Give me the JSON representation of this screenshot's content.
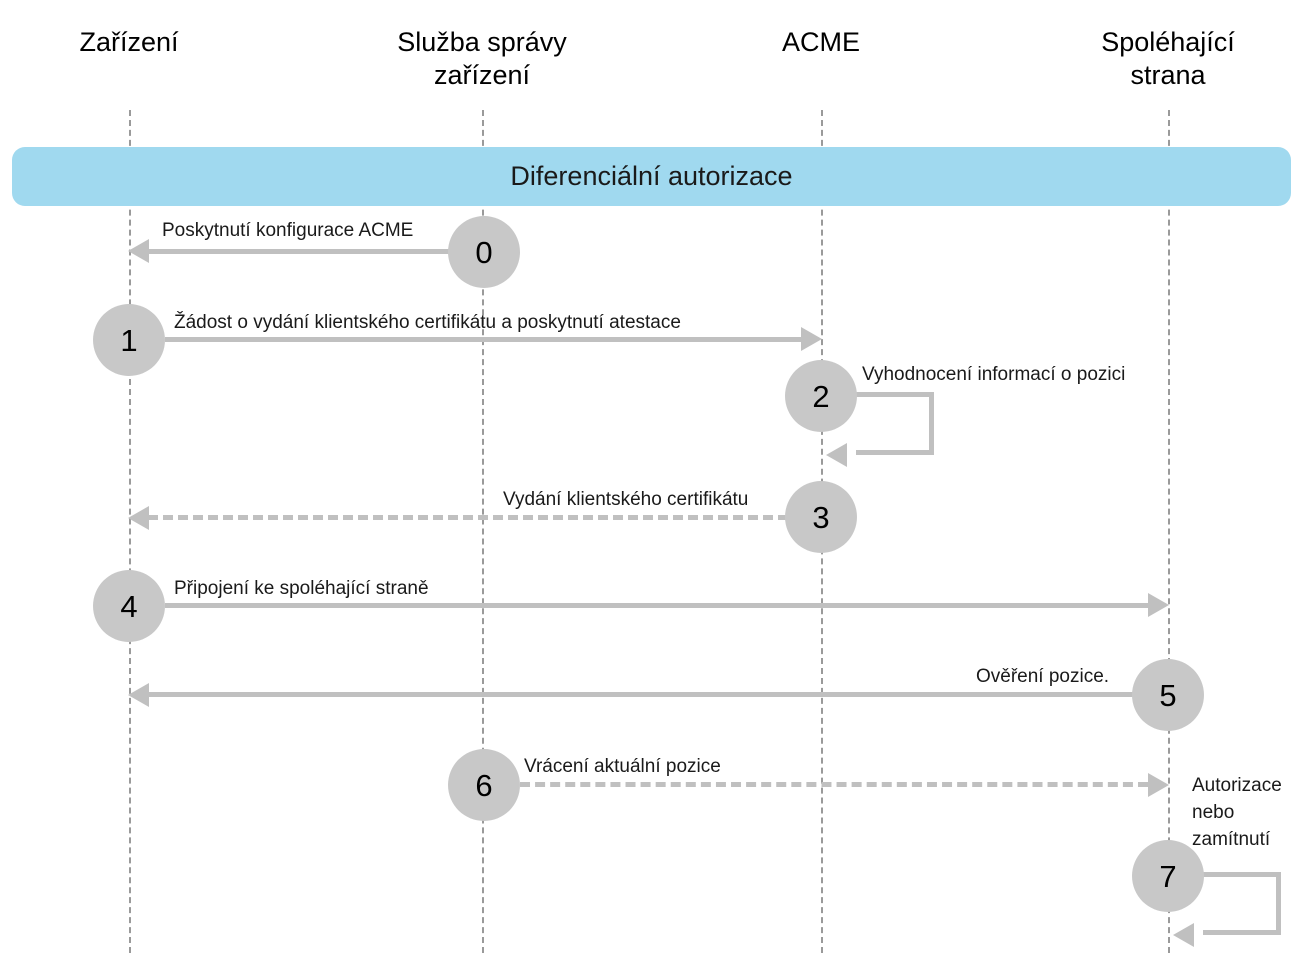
{
  "diagram": {
    "title_banner": {
      "label": "Diferenciální autorizace",
      "color": "#a0d9ef"
    },
    "lanes": [
      {
        "id": "device",
        "label": "Zařízení"
      },
      {
        "id": "mdm",
        "label": "Služba správy\nzařízení"
      },
      {
        "id": "acme",
        "label": "ACME"
      },
      {
        "id": "rp",
        "label": "Spoléhající\nstrana"
      }
    ],
    "steps": [
      {
        "number": "0",
        "caption": "Poskytnutí konfigurace ACME"
      },
      {
        "number": "1",
        "caption": "Žádost o vydání klientského certifikátu a poskytnutí atestace"
      },
      {
        "number": "2",
        "caption": "Vyhodnocení informací o pozici"
      },
      {
        "number": "3",
        "caption": "Vydání klientského certifikátu"
      },
      {
        "number": "4",
        "caption": "Připojení ke spoléhající straně"
      },
      {
        "number": "5",
        "caption": "Ověření pozice."
      },
      {
        "number": "6",
        "caption": "Vrácení aktuální pozice"
      },
      {
        "number": "7",
        "caption": ""
      }
    ],
    "annotations": [
      {
        "id": "rp-decision",
        "text": "Autorizace\nnebo\nzamítnutí"
      }
    ],
    "colors": {
      "lifeline": "#9a9a9a",
      "arrow": "#c0c0c0",
      "badge": "#c8c8c8",
      "text": "#1a1a1a",
      "banner": "#a0d9ef"
    }
  }
}
